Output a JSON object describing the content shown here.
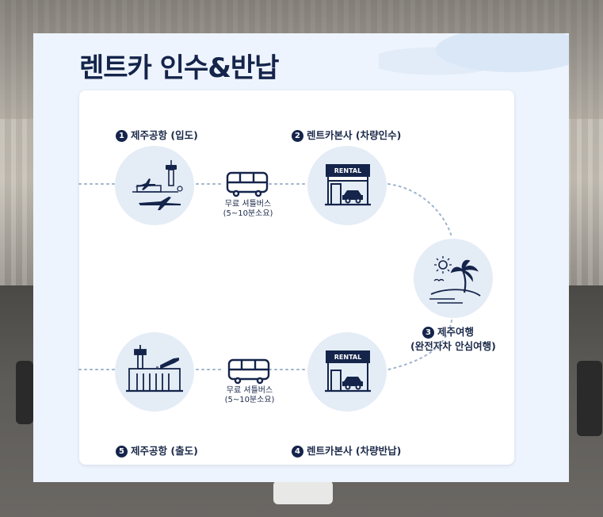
{
  "title": "렌트카 인수&반납",
  "steps": [
    {
      "num": "1",
      "label": "제주공항 (입도)",
      "icon": "airport-control-tower-icon"
    },
    {
      "num": "2",
      "label": "렌트카본사 (차량인수)",
      "icon": "rental-shop-icon"
    },
    {
      "num": "3",
      "label": "제주여행",
      "sub": "(완전자차 안심여행)",
      "icon": "palm-beach-icon"
    },
    {
      "num": "4",
      "label": "렌트카본사 (차량반납)",
      "icon": "rental-shop-icon"
    },
    {
      "num": "5",
      "label": "제주공항 (출도)",
      "icon": "airport-terminal-icon"
    }
  ],
  "shuttle_top": {
    "line1": "무료 셔틀버스",
    "line2": "(5~10분소요)",
    "icon": "bus-icon"
  },
  "shuttle_bottom": {
    "line1": "무료 셔틀버스",
    "line2": "(5~10분소요)",
    "icon": "bus-icon"
  },
  "rental_sign": "RENTAL",
  "colors": {
    "navy": "#14244a",
    "circle": "#e4ecf6",
    "card": "#eef4fd",
    "dots": "#9fb4cc"
  }
}
